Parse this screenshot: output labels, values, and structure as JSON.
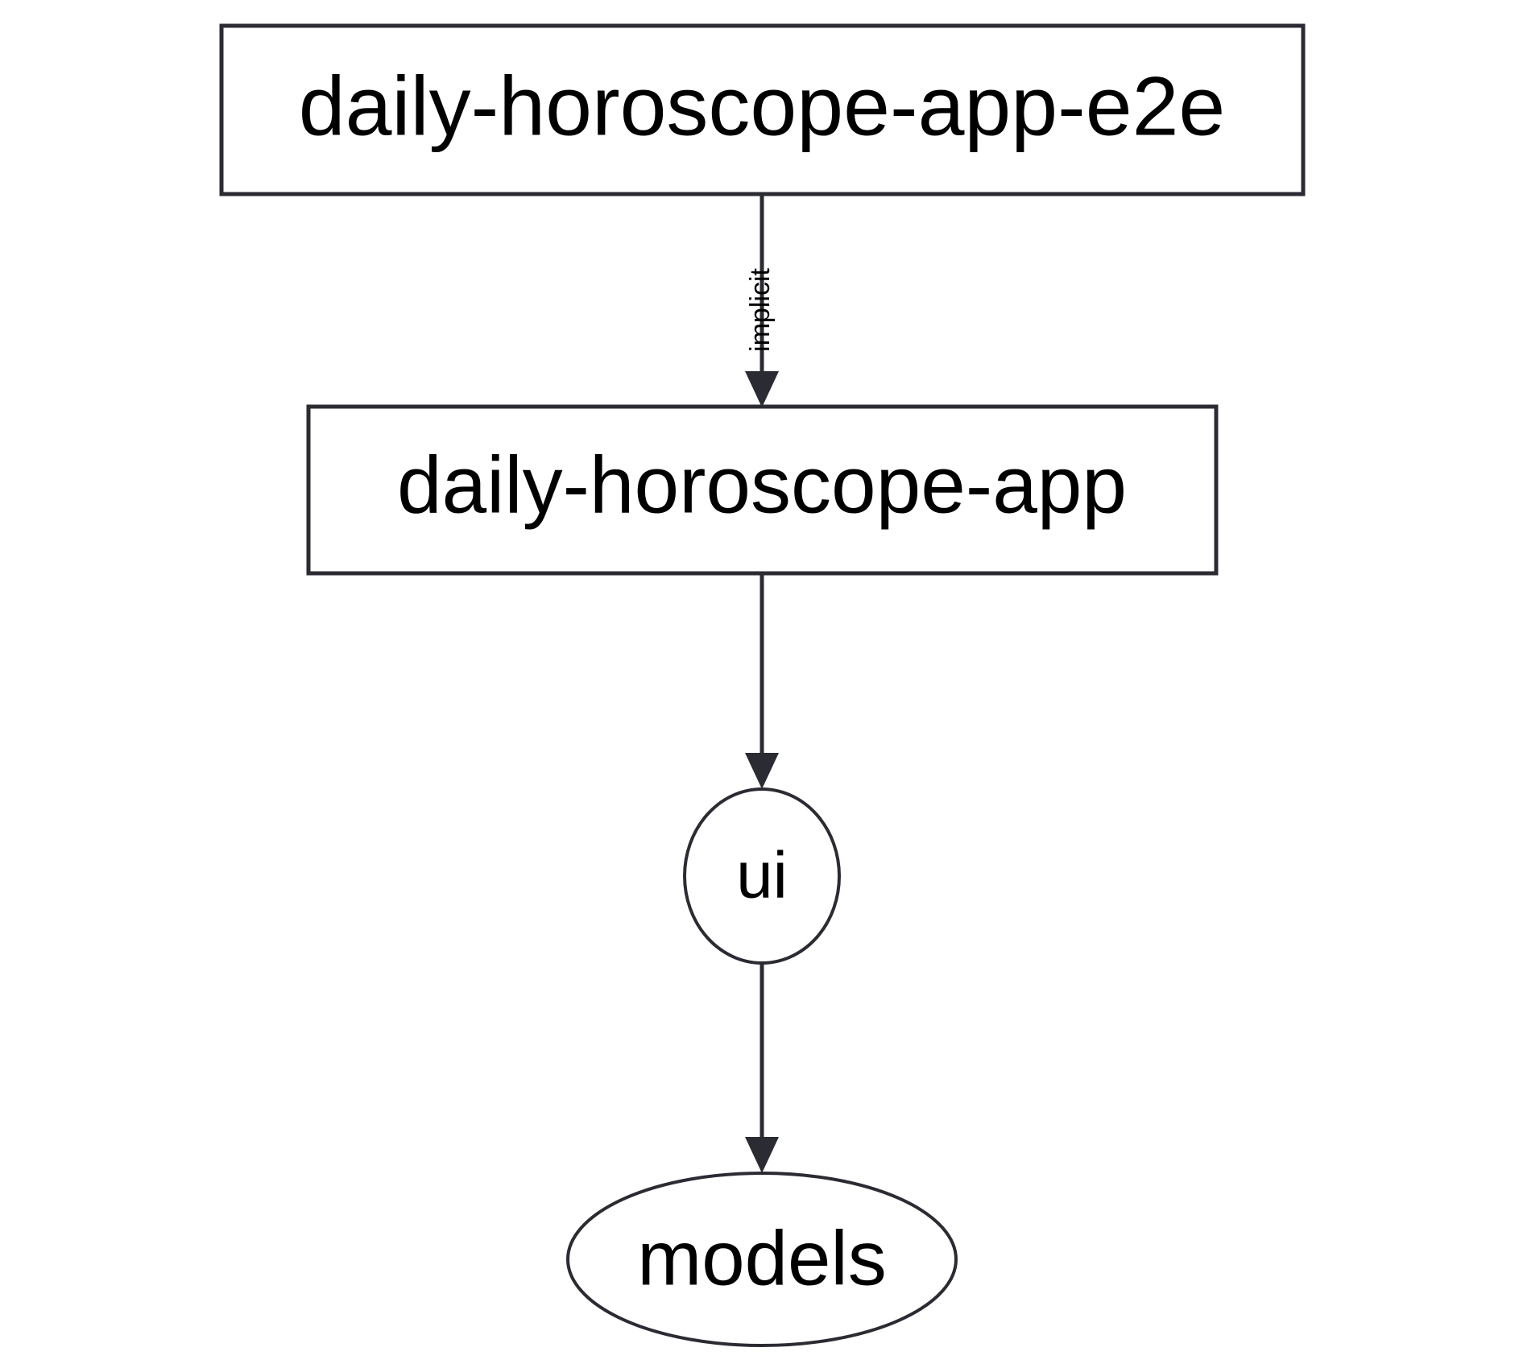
{
  "diagram": {
    "type": "dependency-graph",
    "orientation": "top-to-bottom",
    "background_color": "#ffffff",
    "stroke_color": "#2b2b33",
    "text_color": "#000000",
    "nodes": [
      {
        "id": "daily-horoscope-app-e2e",
        "label": "daily-horoscope-app-e2e",
        "shape": "rectangle"
      },
      {
        "id": "daily-horoscope-app",
        "label": "daily-horoscope-app",
        "shape": "rectangle"
      },
      {
        "id": "ui",
        "label": "ui",
        "shape": "ellipse"
      },
      {
        "id": "models",
        "label": "models",
        "shape": "ellipse"
      }
    ],
    "edges": [
      {
        "from": "daily-horoscope-app-e2e",
        "to": "daily-horoscope-app",
        "label": "implicit",
        "label_rotation": "vertical"
      },
      {
        "from": "daily-horoscope-app",
        "to": "ui",
        "label": ""
      },
      {
        "from": "ui",
        "to": "models",
        "label": ""
      }
    ]
  }
}
